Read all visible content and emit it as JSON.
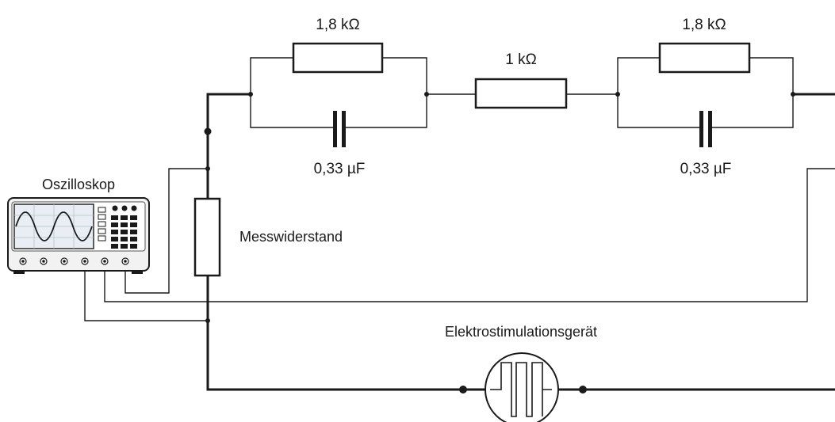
{
  "labels": {
    "r1_value": "1,8 kΩ",
    "r2_value": "1 kΩ",
    "r3_value": "1,8 kΩ",
    "c1_value": "0,33 µF",
    "c2_value": "0,33 µF",
    "oscilloscope": "Oszilloskop",
    "shunt_resistor": "Messwiderstand",
    "stimulator": "Elektrostimulationsgerät"
  },
  "colors": {
    "line": "#1a1a1a",
    "thin_line": "#3a3a3a",
    "background": "#ffffff",
    "scope_body": "#f2f2f2",
    "scope_screen": "#e8eef4"
  }
}
